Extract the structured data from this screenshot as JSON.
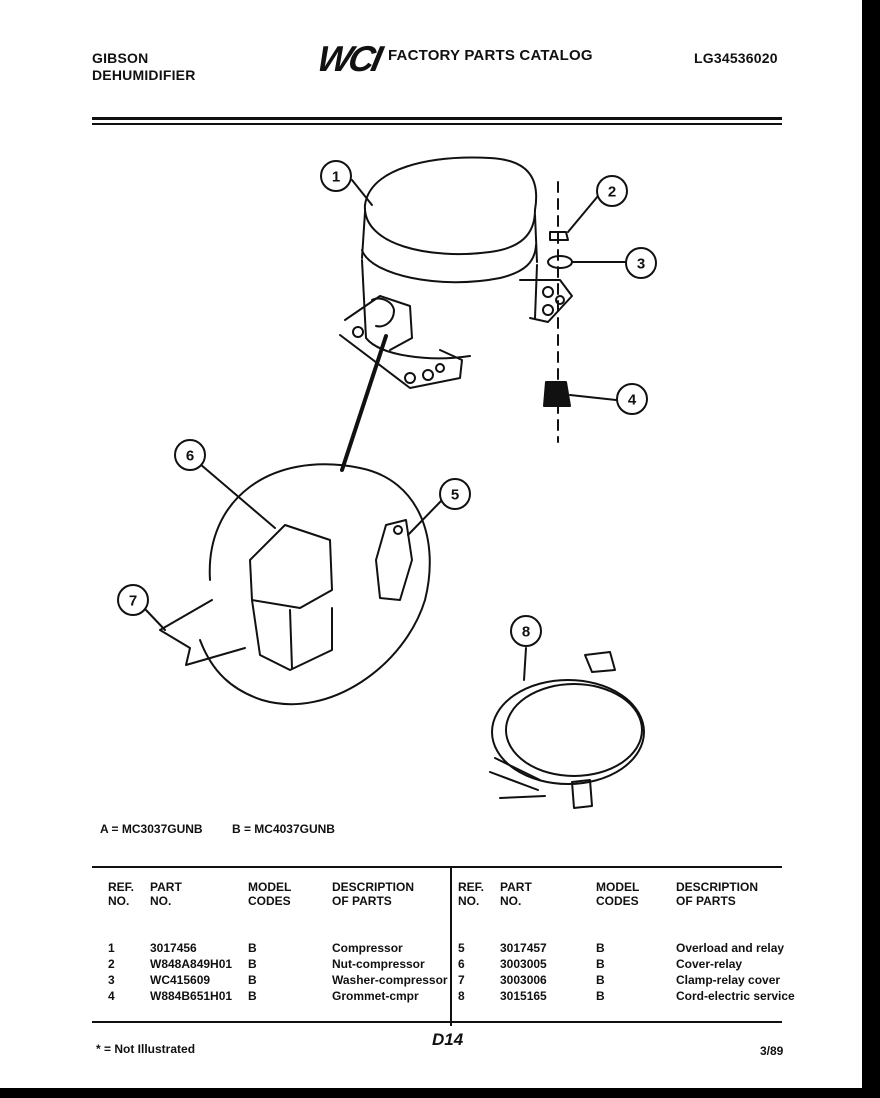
{
  "header": {
    "maker": "GIBSON",
    "product": "DEHUMIDIFIER",
    "brand": "WCI",
    "catalog_title": "FACTORY PARTS CATALOG",
    "catalog_id": "LG34536020"
  },
  "callouts": [
    "1",
    "2",
    "3",
    "4",
    "5",
    "6",
    "7",
    "8"
  ],
  "models": {
    "a": "A = MC3037GUNB",
    "b": "B = MC4037GUNB"
  },
  "table": {
    "headers": {
      "ref": [
        "REF.",
        "NO."
      ],
      "part": [
        "PART",
        "NO."
      ],
      "model": [
        "MODEL",
        "CODES"
      ],
      "desc": [
        "DESCRIPTION",
        "OF PARTS"
      ]
    },
    "left_rows": [
      {
        "ref": "1",
        "part": "3017456",
        "model": "B",
        "desc": "Compressor"
      },
      {
        "ref": "2",
        "part": "W848A849H01",
        "model": "B",
        "desc": "Nut-compressor"
      },
      {
        "ref": "3",
        "part": "WC415609",
        "model": "B",
        "desc": "Washer-compressor"
      },
      {
        "ref": "4",
        "part": "W884B651H01",
        "model": "B",
        "desc": "Grommet-cmpr"
      }
    ],
    "right_rows": [
      {
        "ref": "5",
        "part": "3017457",
        "model": "B",
        "desc": "Overload and relay"
      },
      {
        "ref": "6",
        "part": "3003005",
        "model": "B",
        "desc": "Cover-relay"
      },
      {
        "ref": "7",
        "part": "3003006",
        "model": "B",
        "desc": "Clamp-relay cover"
      },
      {
        "ref": "8",
        "part": "3015165",
        "model": "B",
        "desc": "Cord-electric service"
      }
    ]
  },
  "footer": {
    "note": "* = Not Illustrated",
    "page_code": "D14",
    "date": "3/89"
  }
}
